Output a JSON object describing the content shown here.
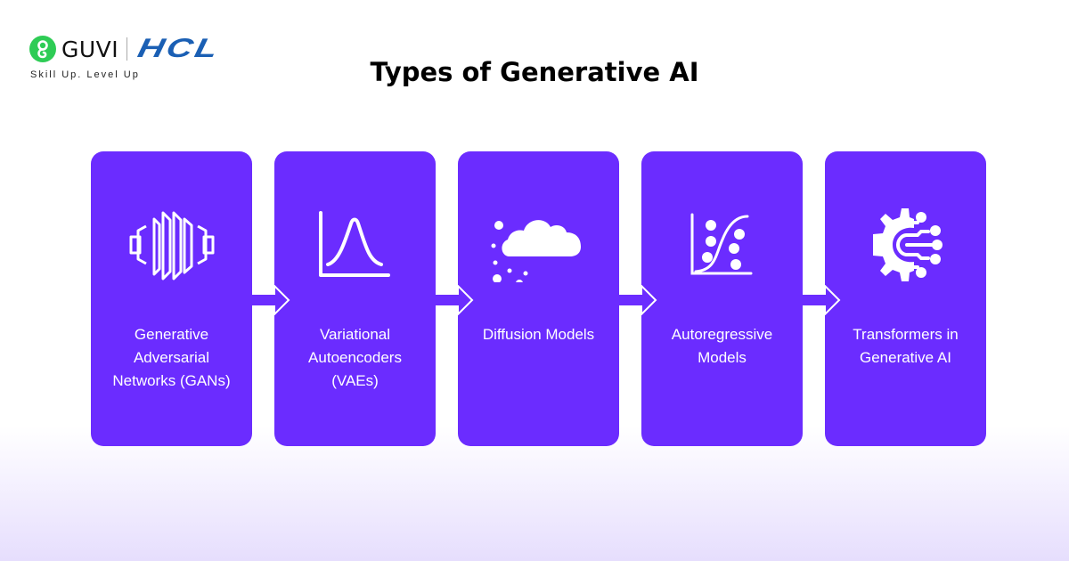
{
  "brand": {
    "guvi_name": "GUVI",
    "guvi_badge_glyph": "g",
    "partner_name": "HCL",
    "tagline": "Skill Up. Level Up"
  },
  "title": "Types of Generative AI",
  "colors": {
    "card": "#6b2cff",
    "guvi_green": "#2ecc55",
    "hcl_blue": "#1a5fb4",
    "bg_bottom": "#e6defd"
  },
  "steps": [
    {
      "label_lines": [
        "Generative",
        "Adversarial",
        "Networks (GANs)"
      ],
      "label": "Generative Adversarial Networks (GANs)",
      "icon": "neural-layers-icon"
    },
    {
      "label_lines": [
        "Variational",
        "Autoencoders",
        "(VAEs)"
      ],
      "label": "Variational Autoencoders (VAEs)",
      "icon": "distribution-curve-icon"
    },
    {
      "label_lines": [
        "Diffusion Models"
      ],
      "label": "Diffusion Models",
      "icon": "cloud-particles-icon"
    },
    {
      "label_lines": [
        "Autoregressive",
        "Models"
      ],
      "label": "Autoregressive Models",
      "icon": "sigmoid-scatter-icon"
    },
    {
      "label_lines": [
        "Transformers in",
        "Generative AI"
      ],
      "label": "Transformers in Generative AI",
      "icon": "gear-circuit-icon"
    }
  ]
}
